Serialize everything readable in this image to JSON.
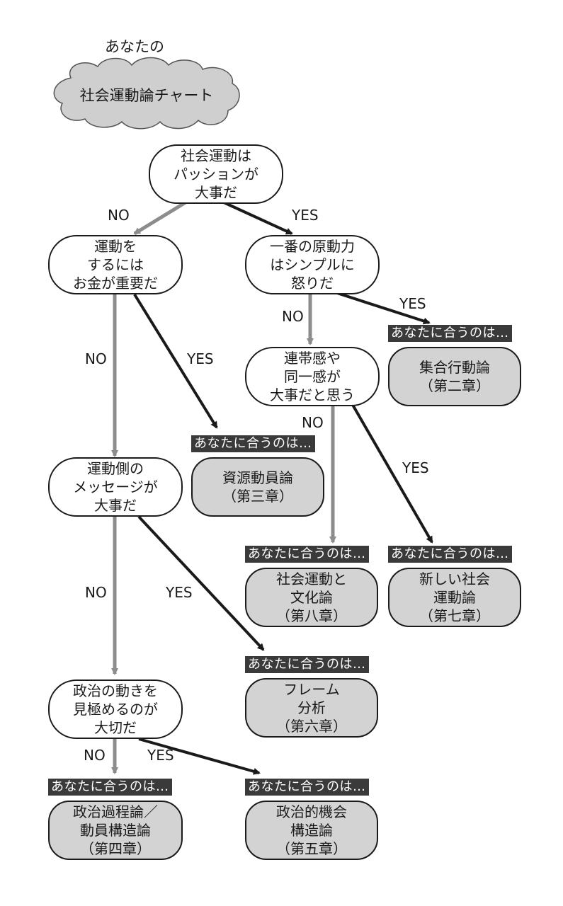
{
  "header": {
    "caption": "あなたの",
    "cloud_title": "社会運動論チャート"
  },
  "tag_text": "あなたに合うのは…",
  "labels": {
    "yes": "YES",
    "no": "NO"
  },
  "questions": {
    "q1": "社会運動は\nパッションが\n大事だ",
    "q2": "運動を\nするには\nお金が重要だ",
    "q3": "一番の原動力\nはシンプルに\n怒りだ",
    "q4": "連帯感や\n同一感が\n大事だと思う",
    "q5": "運動側の\nメッセージが\n大事だ",
    "q6": "政治の動きを\n見極めるのが\n大切だ"
  },
  "results": {
    "r_ch2": "集合行動論\n（第二章）",
    "r_ch3": "資源動員論\n（第三章）",
    "r_ch8": "社会運動と\n文化論\n（第八章）",
    "r_ch7": "新しい社会\n運動論\n（第七章）",
    "r_ch6": "フレーム\n分析\n（第六章）",
    "r_ch4": "政治過程論／\n動員構造論\n（第四章）",
    "r_ch5": "政治的機会\n構造論\n（第五章）"
  },
  "colors": {
    "yes_arrow": "#1a1a1a",
    "no_arrow": "#8c8c8c",
    "result_fill": "#d3d3d3",
    "tag_fill": "#3a3a3a",
    "cloud_fill": "#cfcfcf"
  }
}
